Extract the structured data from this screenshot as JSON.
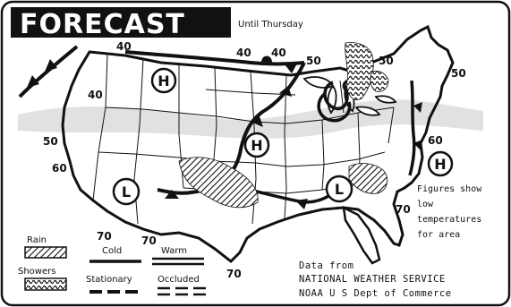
{
  "title": "FORECAST",
  "subtitle": "Until Thursday",
  "temperatures": [
    {
      "id": "t40a",
      "text": "40"
    },
    {
      "id": "t40b",
      "text": "40"
    },
    {
      "id": "t40c",
      "text": "40"
    },
    {
      "id": "t40d",
      "text": "40"
    },
    {
      "id": "t50a",
      "text": "50"
    },
    {
      "id": "t50b",
      "text": "50"
    },
    {
      "id": "t50c",
      "text": "50"
    },
    {
      "id": "t50d",
      "text": "50"
    },
    {
      "id": "t60a",
      "text": "60"
    },
    {
      "id": "t60b",
      "text": "60"
    },
    {
      "id": "t70a",
      "text": "70"
    },
    {
      "id": "t70b",
      "text": "70"
    },
    {
      "id": "t70c",
      "text": "70"
    },
    {
      "id": "t70d",
      "text": "70"
    }
  ],
  "pressure_centers": [
    {
      "id": "h1",
      "type": "H"
    },
    {
      "id": "h2",
      "type": "H"
    },
    {
      "id": "h3",
      "type": "H"
    },
    {
      "id": "l1",
      "type": "L"
    },
    {
      "id": "l2",
      "type": "L"
    }
  ],
  "legend": {
    "rain": "Rain",
    "showers": "Showers",
    "cold": "Cold",
    "warm": "Warm",
    "stationary": "Stationary",
    "occluded": "Occluded"
  },
  "note": [
    "Figures show",
    "low",
    "temperatures",
    "for area"
  ],
  "credit": [
    "Data from",
    "NATIONAL WEATHER SERVICE",
    "NOAA U S Dept of Commerce"
  ]
}
